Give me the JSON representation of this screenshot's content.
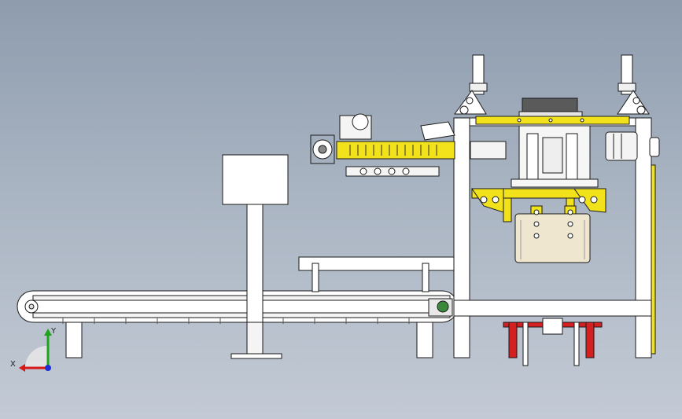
{
  "window": {
    "type": "cad-graphics-area",
    "view": "front"
  },
  "colors": {
    "background_top": "#8e9cae",
    "background_bottom": "#c3cad5",
    "part_fill": "#ffffff",
    "edge": "#1a1a1a",
    "accent_yellow": "#f2e21c",
    "accent_red": "#d42020",
    "bag_fill": "#efe6cf",
    "hopper_dark": "#5a5a5a",
    "axis_x": "#d61a1a",
    "axis_y": "#1fa31f",
    "axis_z": "#1c2fd6"
  },
  "triad": {
    "x_label": "X",
    "y_label": "Y"
  },
  "icons": {
    "triad": "coordinate-axes-icon"
  }
}
